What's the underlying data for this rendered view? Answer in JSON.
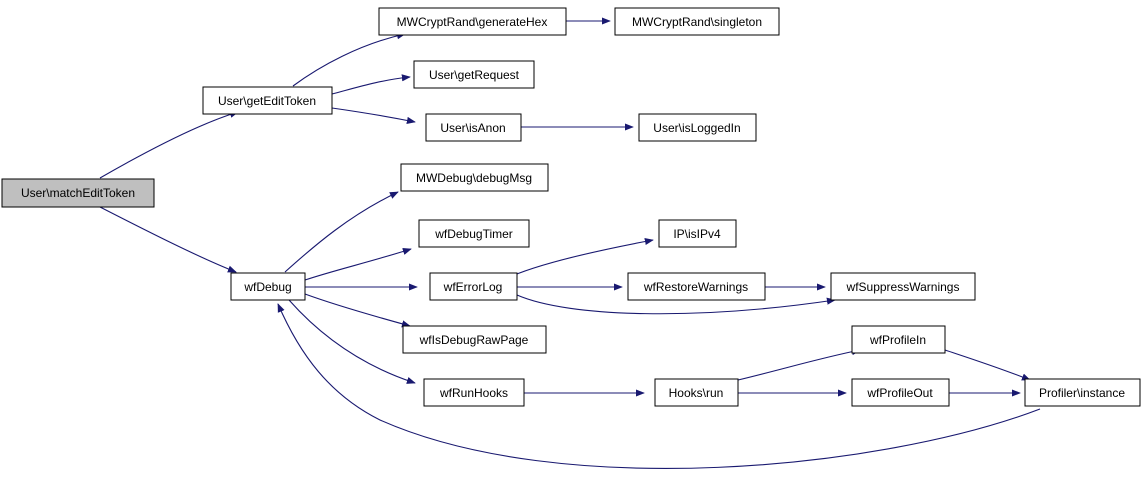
{
  "colors": {
    "edge": "#191970",
    "node_fill": "#ffffff",
    "root_fill": "#bfbfbf",
    "node_stroke": "#000000"
  },
  "nodes": {
    "match_edit_token": "User\\matchEditToken",
    "get_edit_token": "User\\getEditToken",
    "generate_hex": "MWCryptRand\\generateHex",
    "singleton": "MWCryptRand\\singleton",
    "get_request": "User\\getRequest",
    "is_anon": "User\\isAnon",
    "is_logged_in": "User\\isLoggedIn",
    "debug_msg": "MWDebug\\debugMsg",
    "wf_debug": "wfDebug",
    "wf_debug_timer": "wfDebugTimer",
    "ip_is_ipv4": "IP\\isIPv4",
    "wf_error_log": "wfErrorLog",
    "wf_restore_warnings": "wfRestoreWarnings",
    "wf_suppress_warnings": "wfSuppressWarnings",
    "wf_is_debug_raw_page": "wfIsDebugRawPage",
    "wf_profile_in": "wfProfileIn",
    "wf_run_hooks": "wfRunHooks",
    "hooks_run": "Hooks\\run",
    "wf_profile_out": "wfProfileOut",
    "profiler_instance": "Profiler\\instance"
  }
}
